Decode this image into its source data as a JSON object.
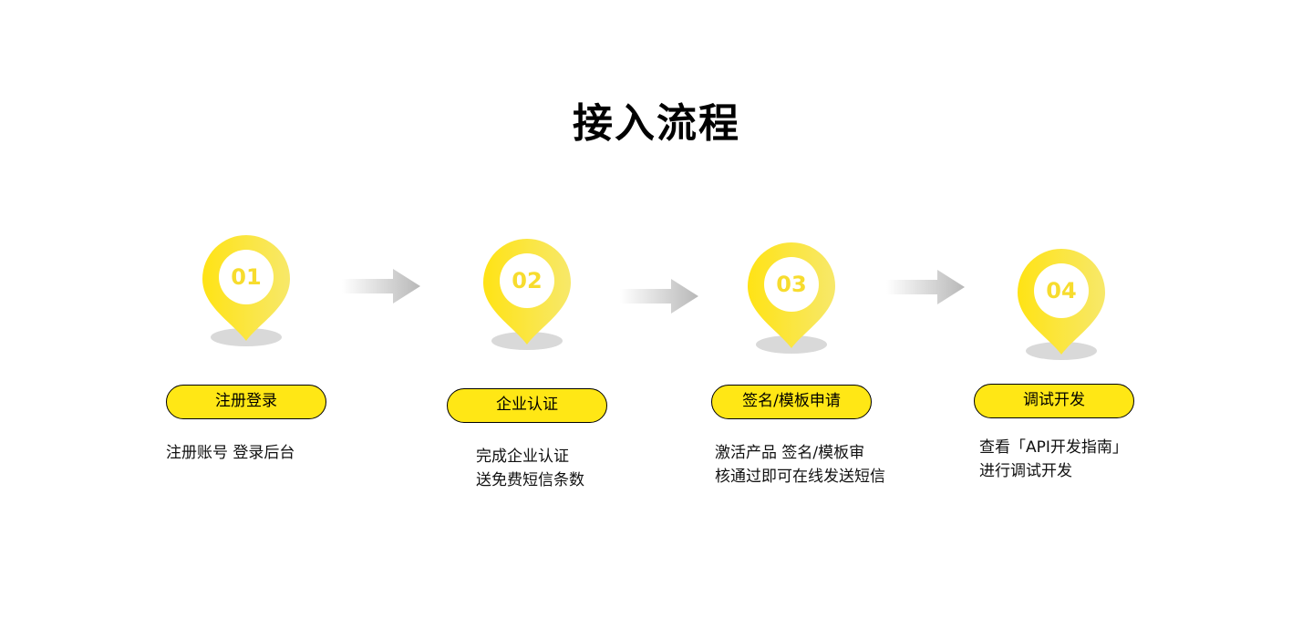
{
  "title": "接入流程",
  "colors": {
    "accent_yellow": "#ffe715",
    "pin_yellow": "#ffe315",
    "pin_yellow_light": "#f7e86a",
    "shadow": "#d9d9d9",
    "arrow_gray": "#b8b8b8"
  },
  "steps": [
    {
      "number": "01",
      "label": "注册登录",
      "desc": [
        "注册账号 登录后台"
      ]
    },
    {
      "number": "02",
      "label": "企业认证",
      "desc": [
        "完成企业认证",
        "送免费短信条数"
      ]
    },
    {
      "number": "03",
      "label": "签名/模板申请",
      "desc": [
        "激活产品 签名/模板审",
        "核通过即可在线发送短信"
      ]
    },
    {
      "number": "04",
      "label": "调试开发",
      "desc": [
        "查看「API开发指南」",
        "进行调试开发"
      ]
    }
  ]
}
